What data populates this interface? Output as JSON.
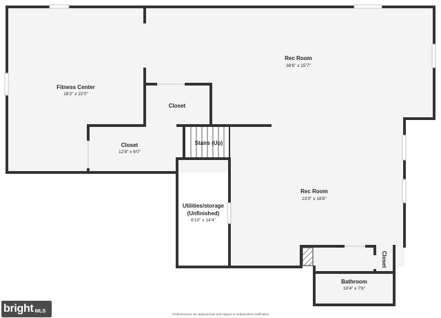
{
  "rooms": {
    "fitness": {
      "name": "Fitness Center",
      "dims": "18'2\" x 22'0\""
    },
    "rec_upper": {
      "name": "Rec Room",
      "dims": "38'6\" x 15'7\""
    },
    "closet_upper": {
      "name": "Closet"
    },
    "closet_left": {
      "name": "Closet",
      "dims": "12'8\" x 6'0\""
    },
    "stairs": {
      "name": "Stairs (Up)"
    },
    "rec_lower": {
      "name": "Rec Room",
      "dims": "23'0\" x 18'8\""
    },
    "utilities": {
      "name": "Utilities/storage",
      "name2": "(Unfinished)",
      "dims": "6'10\" x 14'4\""
    },
    "bathroom": {
      "name": "Bathroom",
      "dims": "10'4\" x 7'6\""
    },
    "closet_small": {
      "name": "Closet"
    }
  },
  "disclaimer": "All dimensions are approximate and subject to independent verification",
  "logo": {
    "word": "bright",
    "suffix": "MLS"
  },
  "colors": {
    "wall": "#333333",
    "floor": "#f4f4f4",
    "window": "#bfc4c8"
  }
}
